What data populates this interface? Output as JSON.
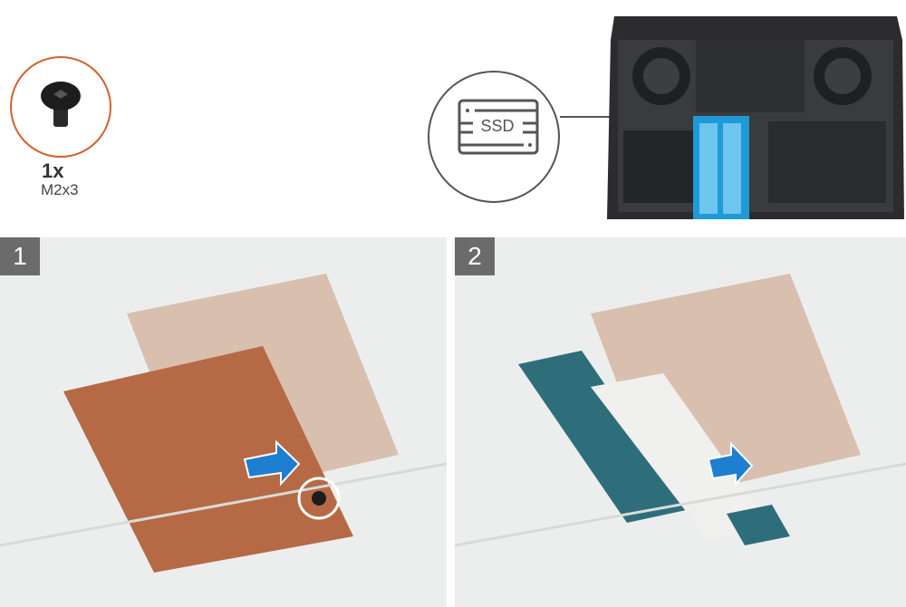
{
  "screw": {
    "quantity": "1x",
    "size": "M2x3",
    "icon": "screw-icon",
    "ring_color": "#d2622d"
  },
  "callout": {
    "label": "SSD",
    "icon": "ssd-icon"
  },
  "steps": [
    {
      "number": "1"
    },
    {
      "number": "2"
    }
  ],
  "colors": {
    "slot_highlight": "#1e9ad6",
    "arrow": "#1e7fd0",
    "thermal_plate": "#b56a45"
  }
}
